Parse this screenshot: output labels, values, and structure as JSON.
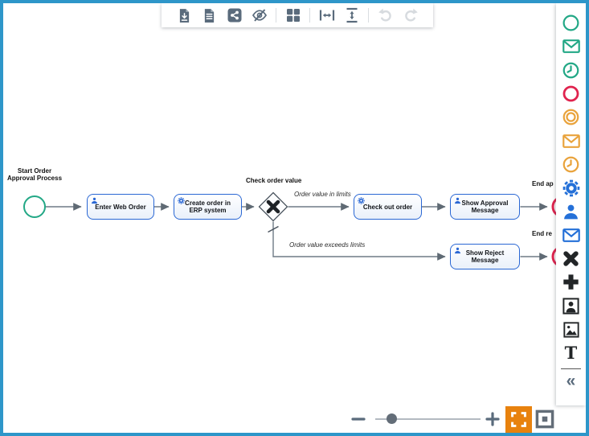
{
  "colors": {
    "frame_blue": "#2e96c9",
    "toolbar_icon": "#5a6b7c",
    "toolbar_icon_disabled": "#d7dbdf",
    "task_border_blue": "#2a67d4",
    "event_teal": "#23a886",
    "event_red": "#e0234e",
    "event_orange": "#e9a33c",
    "palette_blue": "#2470d8",
    "palette_dark": "#222527",
    "edge_gray": "#6f7a85",
    "fullscreen_accent_orange": "#e8820e"
  },
  "toolbar": {
    "items": [
      {
        "icon": "download-document-icon",
        "enabled": true
      },
      {
        "icon": "document-icon",
        "enabled": true
      },
      {
        "icon": "share-icon",
        "enabled": true
      },
      {
        "icon": "hide-preview-eye-off-icon",
        "enabled": true
      },
      {
        "icon": "grid-layout-icon",
        "enabled": true
      },
      {
        "icon": "fit-width-icon",
        "enabled": true
      },
      {
        "icon": "fit-height-icon",
        "enabled": true
      },
      {
        "icon": "undo-icon",
        "enabled": false
      },
      {
        "icon": "redo-icon",
        "enabled": false
      }
    ]
  },
  "palette": {
    "items": [
      {
        "icon": "start-event-circle-icon",
        "color": "#23a886"
      },
      {
        "icon": "message-start-event-envelope-icon",
        "color": "#23a886"
      },
      {
        "icon": "timer-start-event-clock-icon",
        "color": "#23a886"
      },
      {
        "icon": "end-event-circle-icon",
        "color": "#e0234e"
      },
      {
        "icon": "intermediate-event-double-circle-icon",
        "color": "#e9a33c"
      },
      {
        "icon": "message-intermediate-event-envelope-icon",
        "color": "#e9a33c"
      },
      {
        "icon": "timer-intermediate-event-clock-icon",
        "color": "#e9a33c"
      },
      {
        "icon": "service-task-gear-icon",
        "color": "#2470d8"
      },
      {
        "icon": "user-task-person-icon",
        "color": "#2470d8"
      },
      {
        "icon": "message-task-envelope-icon",
        "color": "#2470d8"
      },
      {
        "icon": "exclusive-gateway-x-icon",
        "color": "#222527"
      },
      {
        "icon": "parallel-gateway-plus-icon",
        "color": "#222527"
      },
      {
        "icon": "participant-framed-person-icon",
        "color": "#222527"
      },
      {
        "icon": "image-framed-picture-icon",
        "color": "#222527"
      },
      {
        "icon": "text-annotation-icon",
        "color": "#222527"
      }
    ],
    "text_tool_glyph": "T",
    "collapse_glyph": "«"
  },
  "diagram": {
    "start_event_label": "Start Order Approval Process",
    "gateway_label": "Check order value",
    "tasks": [
      {
        "label": "Enter Web Order",
        "icon": "user-icon"
      },
      {
        "label": "Create order in ERP system",
        "icon": "gear-icon"
      },
      {
        "label": "Check out order",
        "icon": "gear-icon"
      },
      {
        "label": "Show Approval Message",
        "icon": "user-icon"
      },
      {
        "label": "Show Reject Message",
        "icon": "user-icon"
      }
    ],
    "flow_labels": {
      "in_limits": "Order value in limits",
      "exceeds": "Order value exceeds limits"
    },
    "end_event_labels": [
      "End ap",
      "End re"
    ]
  },
  "zoom_controls": {
    "items": [
      "zoom-out",
      "zoom-slider",
      "zoom-in",
      "fullscreen",
      "overview"
    ],
    "fullscreen_active": true,
    "slider_fraction": 0.15
  }
}
